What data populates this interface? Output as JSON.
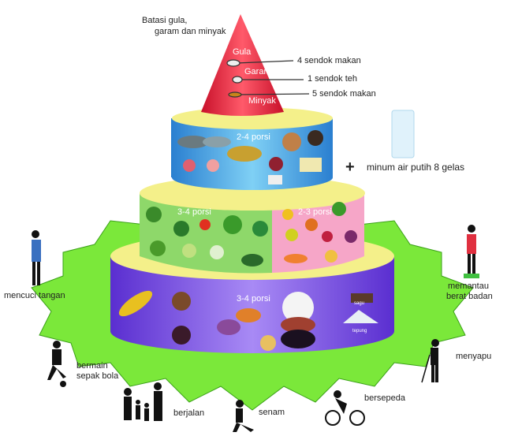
{
  "top": {
    "title_line1": "Batasi gula,",
    "title_line2": "garam dan minyak",
    "items": [
      {
        "name": "Gula",
        "amount": "4 sendok makan"
      },
      {
        "name": "Garam",
        "amount": "1 sendok teh"
      },
      {
        "name": "Minyak",
        "amount": "5 sendok makan"
      }
    ]
  },
  "tiers": {
    "protein": "2-4 porsi",
    "vegetables": "3-4 porsi",
    "fruits": "2-3 porsi",
    "staples": "3-4 porsi",
    "staple_labels": [
      "sagu",
      "tepung"
    ]
  },
  "water": {
    "plus": "+",
    "text": "minum air putih 8 gelas"
  },
  "activities": {
    "wash_hands": "mencuci tangan",
    "weight_line1": "memantau",
    "weight_line2": "berat badan",
    "sweep": "menyapu",
    "cycling": "bersepeda",
    "exercise": "senam",
    "walking": "berjalan",
    "football_line1": "bermain",
    "football_line2": "sepak bola"
  },
  "colors": {
    "cone": "#e8283c",
    "protein": "#3fa6e0",
    "vegetables": "#8ed86a",
    "fruits": "#f6a6c8",
    "staples": "#7a4ee0",
    "star": "#7be83a",
    "rim": "#f4f08a"
  }
}
